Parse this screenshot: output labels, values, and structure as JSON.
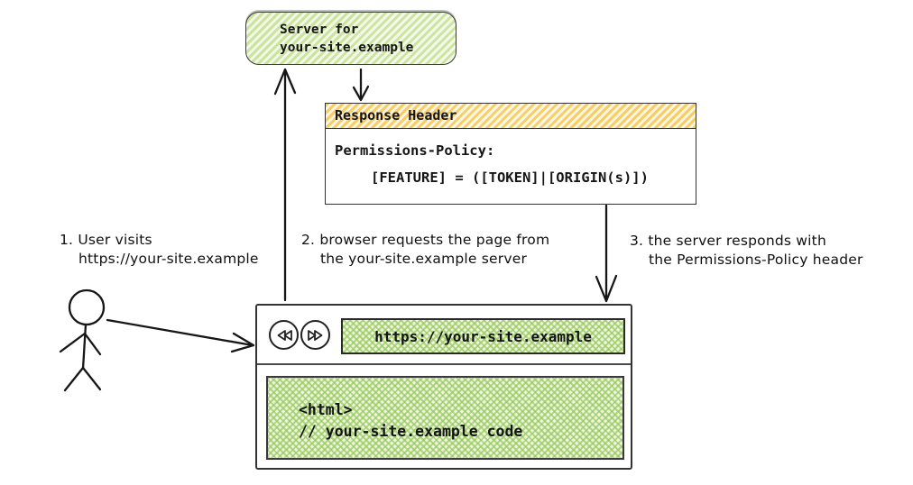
{
  "server_box": {
    "line1": "Server for",
    "line2": "your-site.example"
  },
  "response_header_box": {
    "title": "Response Header",
    "policy_line1": "Permissions-Policy:",
    "policy_line2": "[FEATURE] = ([TOKEN]|[ORIGIN(s)])"
  },
  "steps": {
    "step1": {
      "line1": "1. User visits",
      "line2": "https://your-site.example"
    },
    "step2": {
      "line1": "2. browser requests the page from",
      "line2": "the your-site.example server"
    },
    "step3": {
      "line1": "3. the server responds with",
      "line2": "the Permissions-Policy header"
    }
  },
  "browser_window": {
    "url": "https://your-site.example",
    "code_line1": "<html>",
    "code_line2": "// your-site.example code",
    "icons": {
      "back": "rewind-icon",
      "forward": "fast-forward-icon"
    }
  },
  "actors": {
    "user": "stick-figure"
  },
  "colors": {
    "green_hatch": "#cde4a0",
    "orange_hatch": "#f6cd69",
    "ink": "#161616",
    "border": "#333333"
  }
}
